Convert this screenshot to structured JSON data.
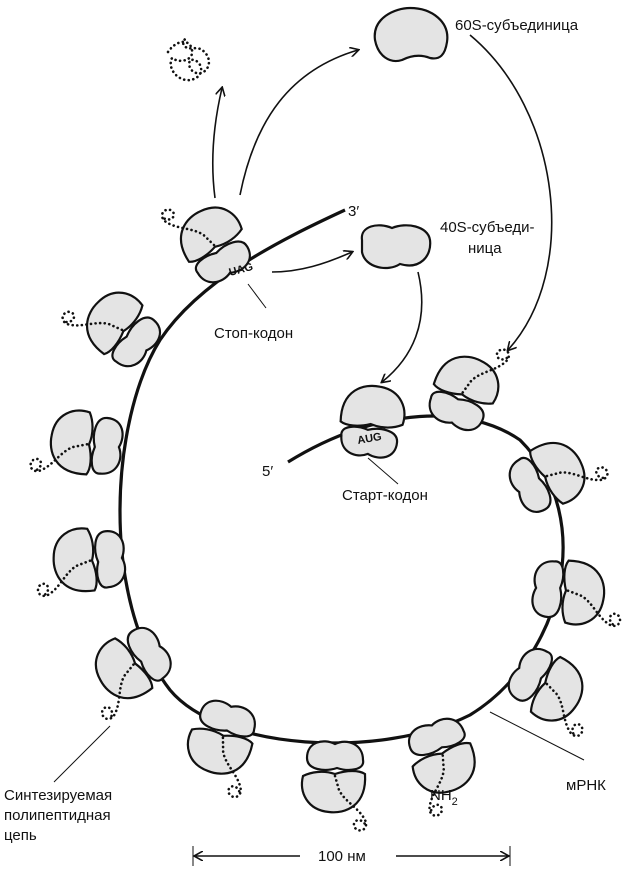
{
  "labels": {
    "subunit_60s": "60S-субъединица",
    "subunit_40s_line1": "40S-субъеди-",
    "subunit_40s_line2": "ница",
    "three_prime": "3′",
    "five_prime": "5′",
    "stop_codon": "Стоп-кодон",
    "stop_codon_seq": "UAG",
    "start_codon": "Старт-кодон",
    "start_codon_seq": "AUG",
    "mrna": "мРНК",
    "nh2": "NH",
    "nh2_sub": "2",
    "polypeptide_line1": "Синтезируемая",
    "polypeptide_line2": "полипептидная",
    "polypeptide_line3": "цепь",
    "scale": "100 нм"
  }
}
